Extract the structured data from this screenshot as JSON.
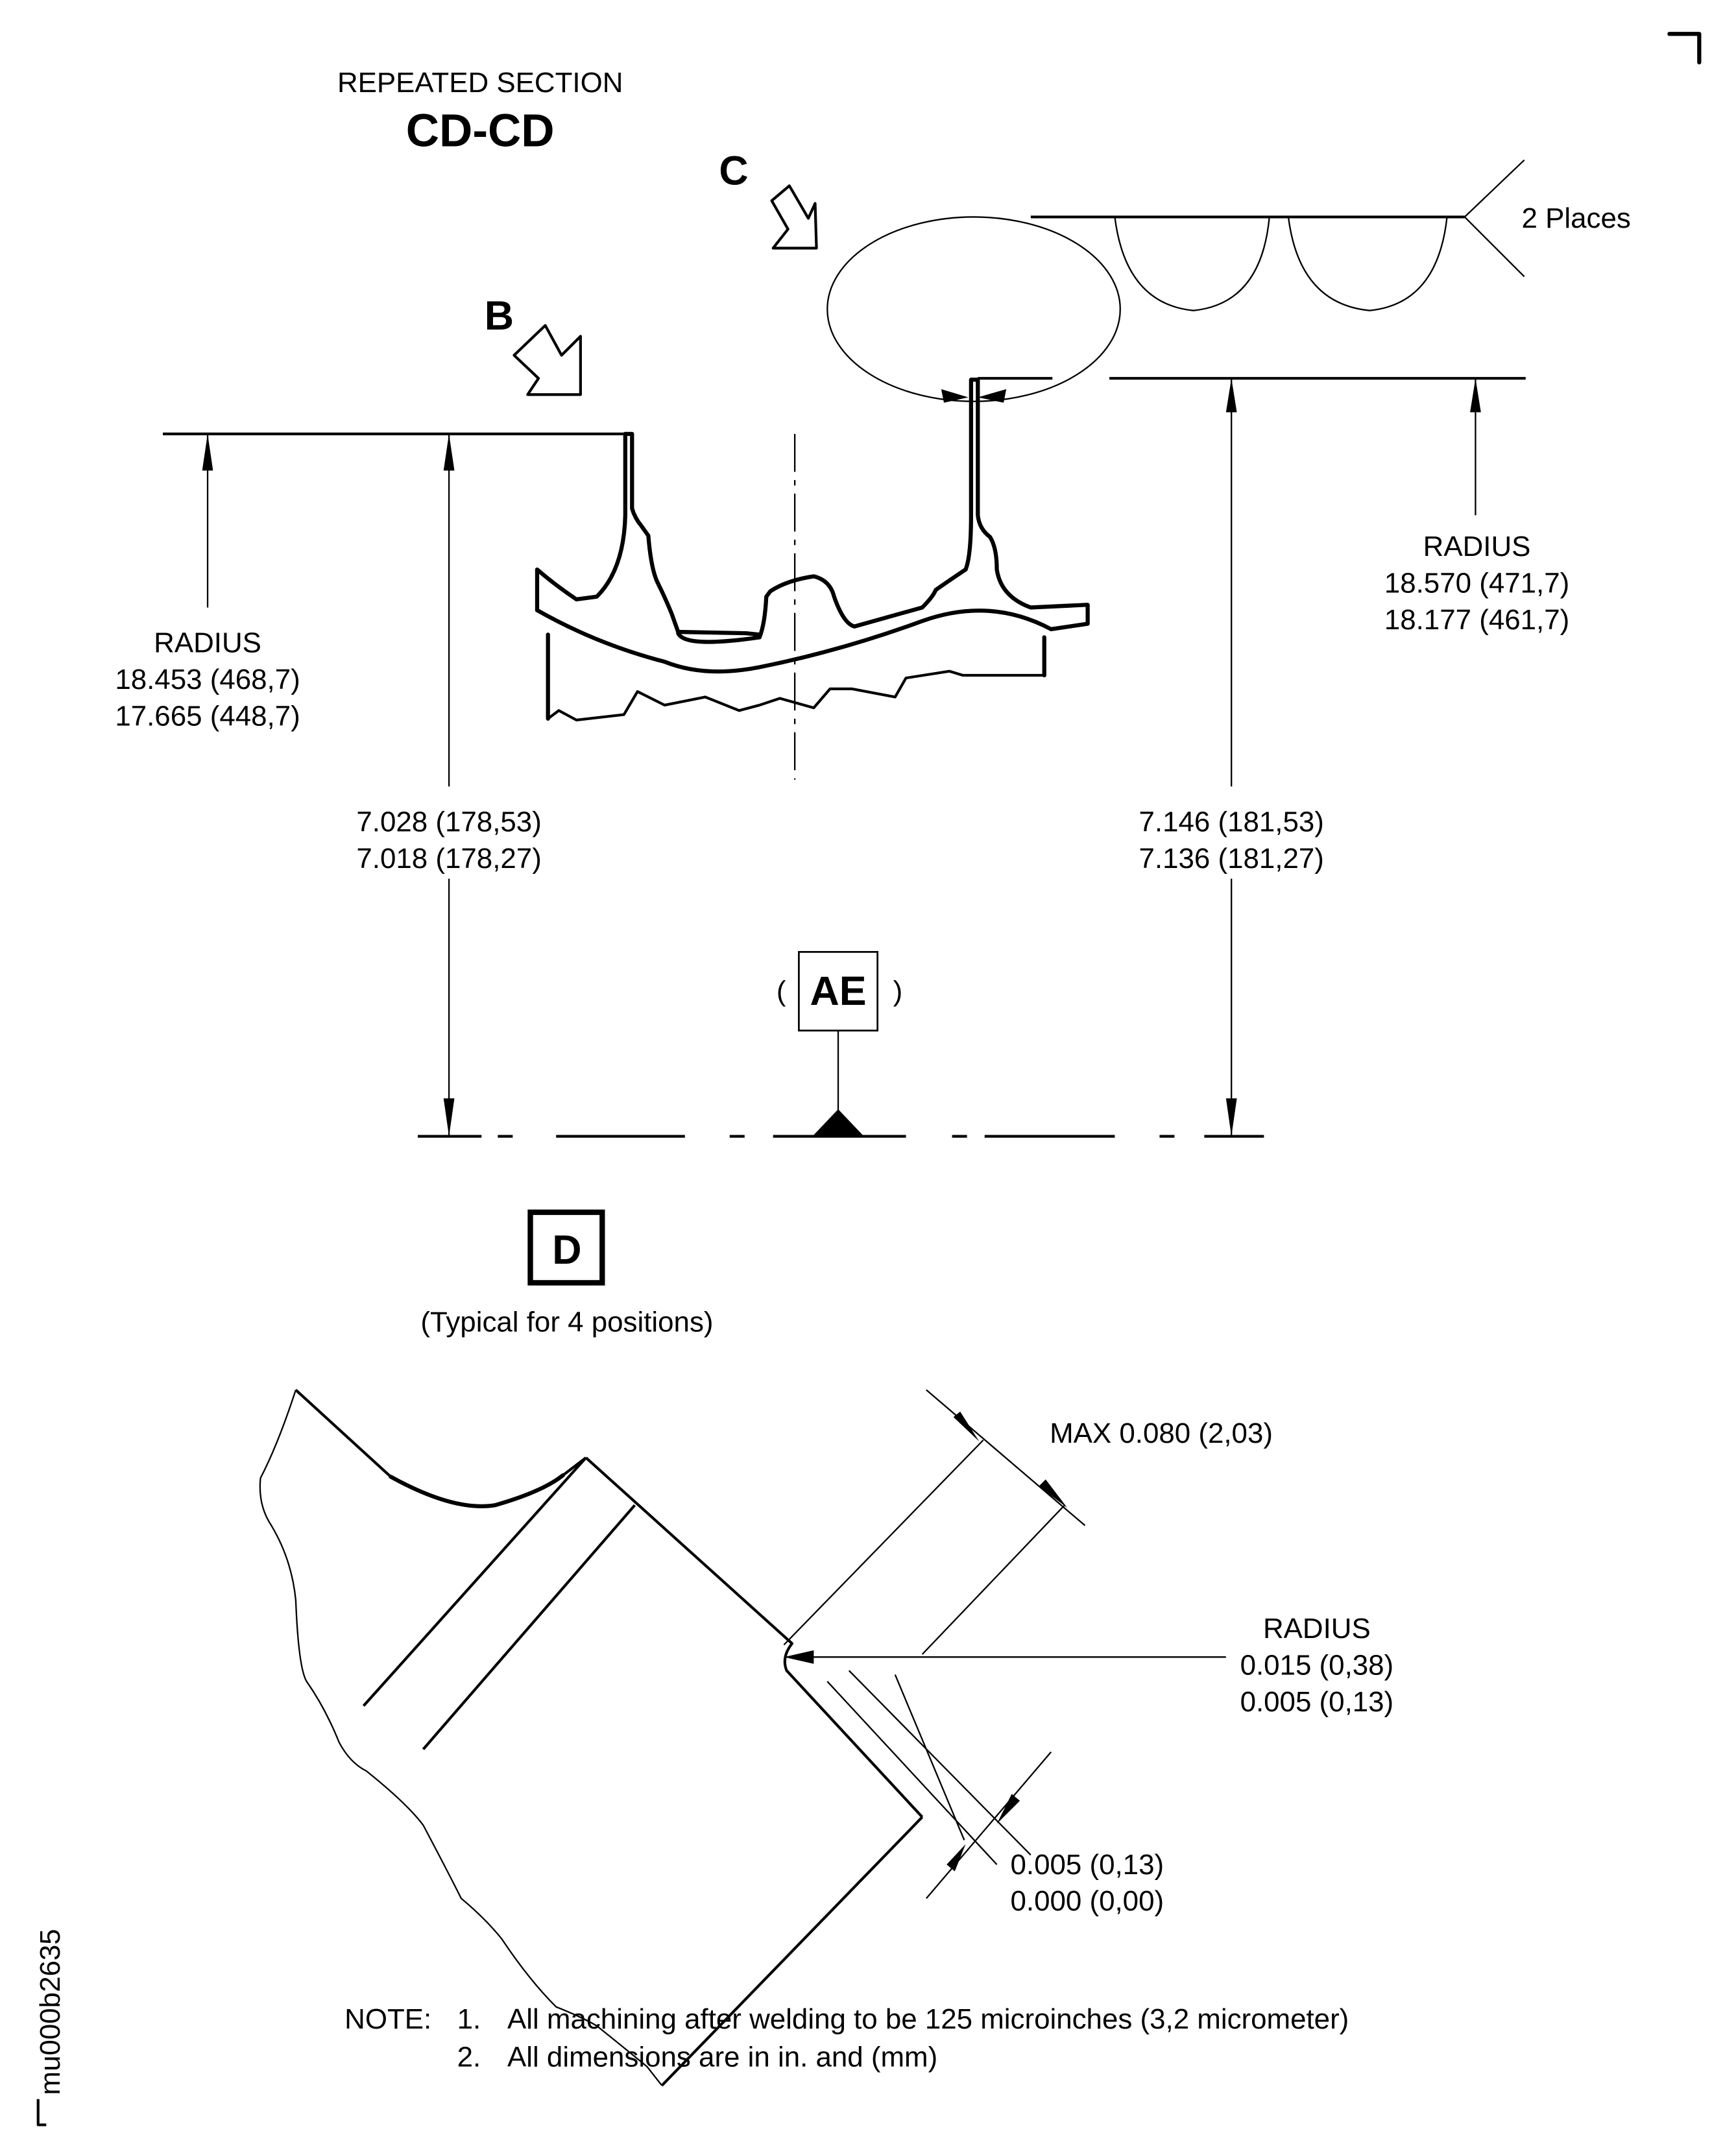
{
  "title": {
    "line1": "REPEATED SECTION",
    "line2": "CD-CD"
  },
  "view_arrows": {
    "b": "B",
    "c": "C"
  },
  "weld_symbol": {
    "note": "2 Places"
  },
  "dimensions": {
    "left_radius": {
      "label": "RADIUS",
      "max": "18.453 (468,7)",
      "min": "17.665 (448,7)"
    },
    "right_radius": {
      "label": "RADIUS",
      "max": "18.570 (471,7)",
      "min": "18.177 (461,7)"
    },
    "left_height": {
      "max": "7.028 (178,53)",
      "min": "7.018 (178,27)"
    },
    "right_height": {
      "max": "7.146 (181,53)",
      "min": "7.136 (181,27)"
    }
  },
  "datum": {
    "open_paren": "(",
    "label": "AE",
    "close_paren": ")"
  },
  "detail": {
    "label": "D",
    "caption": "(Typical for 4 positions)",
    "max_dim": "MAX 0.080 (2,03)",
    "radius": {
      "label": "RADIUS",
      "max": "0.015 (0,38)",
      "min": "0.005 (0,13)"
    },
    "offset": {
      "max": "0.005 (0,13)",
      "min": "0.000 (0,00)"
    }
  },
  "notes": {
    "prefix": "NOTE:",
    "items": [
      {
        "num": "1.",
        "text": "All machining after welding to be 125 microinches (3,2 micrometer)"
      },
      {
        "num": "2.",
        "text": "All dimensions are in in. and (mm)"
      }
    ]
  },
  "figure_id": "mu000b2635"
}
